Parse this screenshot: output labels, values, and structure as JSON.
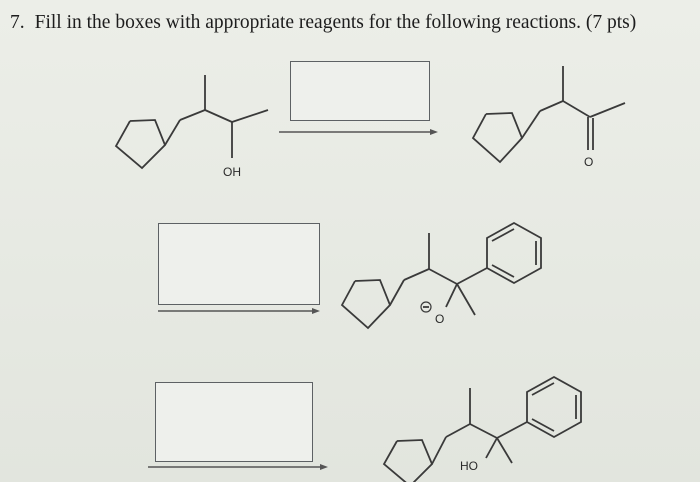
{
  "question": {
    "number": "7.",
    "text": "Fill in the boxes with appropriate reagents for the following reactions. (7 pts)"
  },
  "reactions": [
    {
      "reactant_label": "OH",
      "product_label": "O"
    },
    {
      "product_label_o": "O"
    },
    {
      "product_label": "HO"
    }
  ]
}
